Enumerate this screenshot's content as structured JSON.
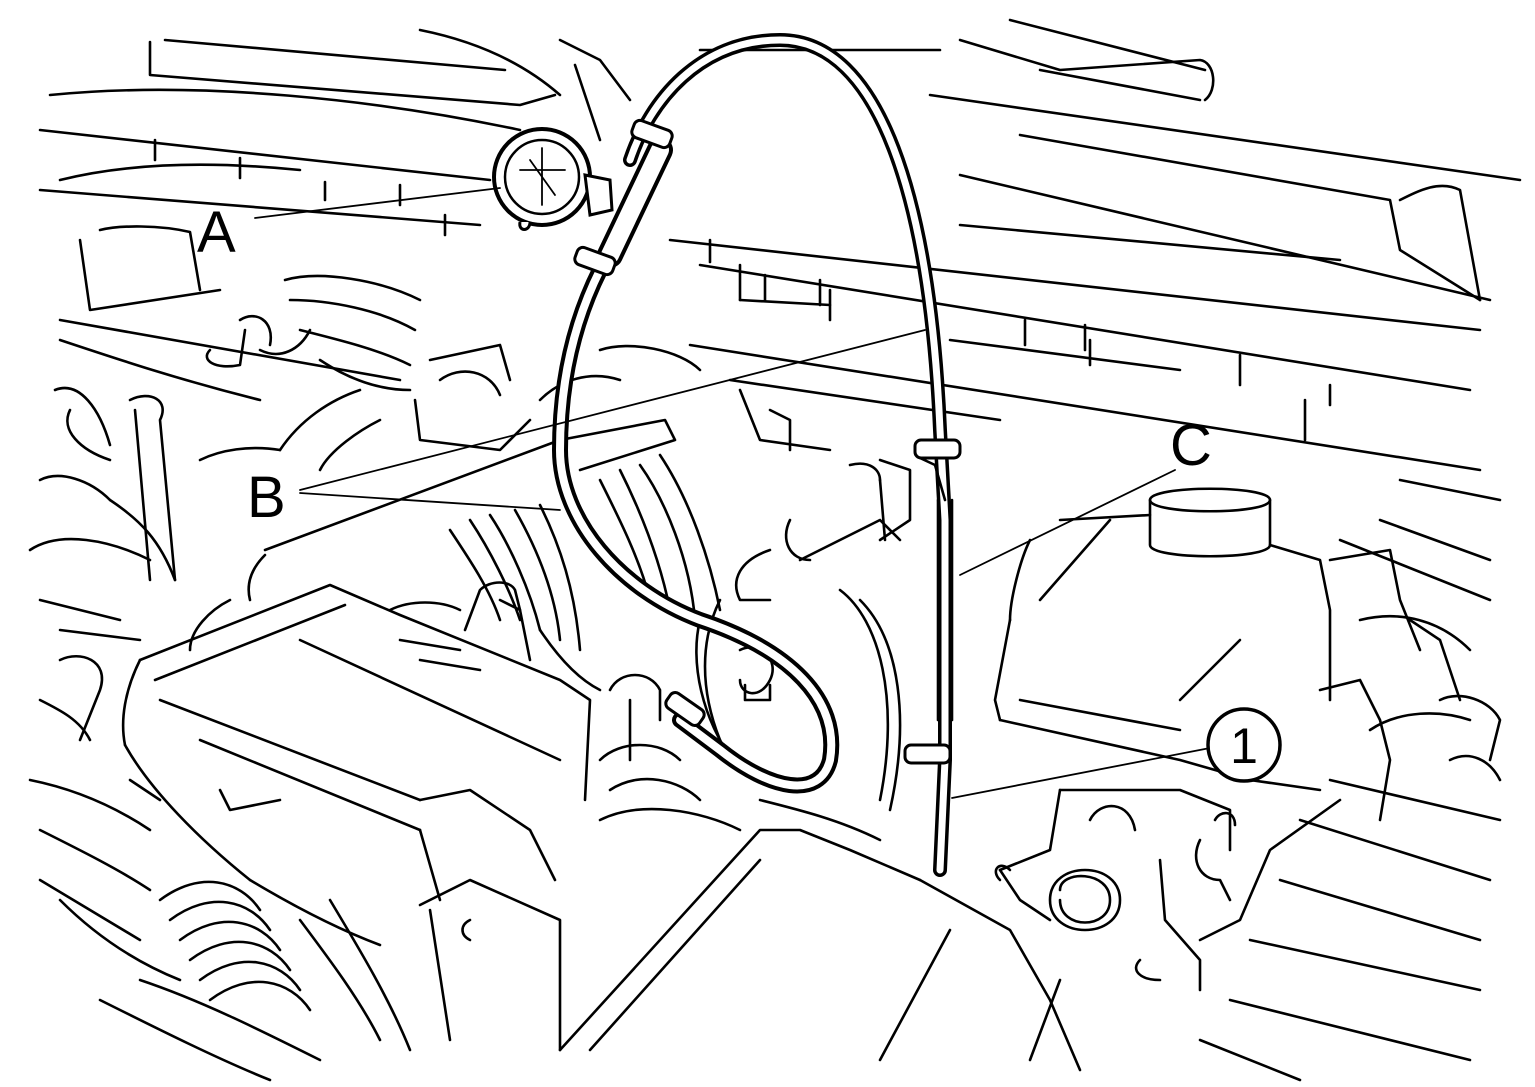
{
  "diagram": {
    "callouts": [
      {
        "id": "A",
        "label": "A"
      },
      {
        "id": "B",
        "label": "B"
      },
      {
        "id": "C",
        "label": "C"
      },
      {
        "id": "1",
        "label": "1"
      }
    ],
    "stroke_color": "#000000",
    "background_color": "#ffffff"
  }
}
